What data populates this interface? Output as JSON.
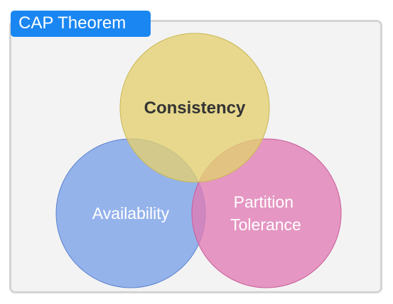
{
  "title": "CAP Theorem",
  "sets": {
    "consistency": {
      "label_lines": [
        "Consistency"
      ],
      "fill": "#e3d070",
      "stroke": "#c9b855",
      "text_color": "#333333"
    },
    "availability": {
      "label_lines": [
        "Availability"
      ],
      "fill": "#7aa0e8",
      "stroke": "#5b82cf",
      "text_color": "#ffffff"
    },
    "partition_tolerance": {
      "label_lines": [
        "Partition",
        "Tolerance"
      ],
      "fill": "#e07bb3",
      "stroke": "#c95c98",
      "text_color": "#ffffff"
    }
  },
  "colors": {
    "title_bg": "#1a86f2",
    "panel_bg": "#f3f3f3",
    "panel_border": "#d4d4d4"
  }
}
